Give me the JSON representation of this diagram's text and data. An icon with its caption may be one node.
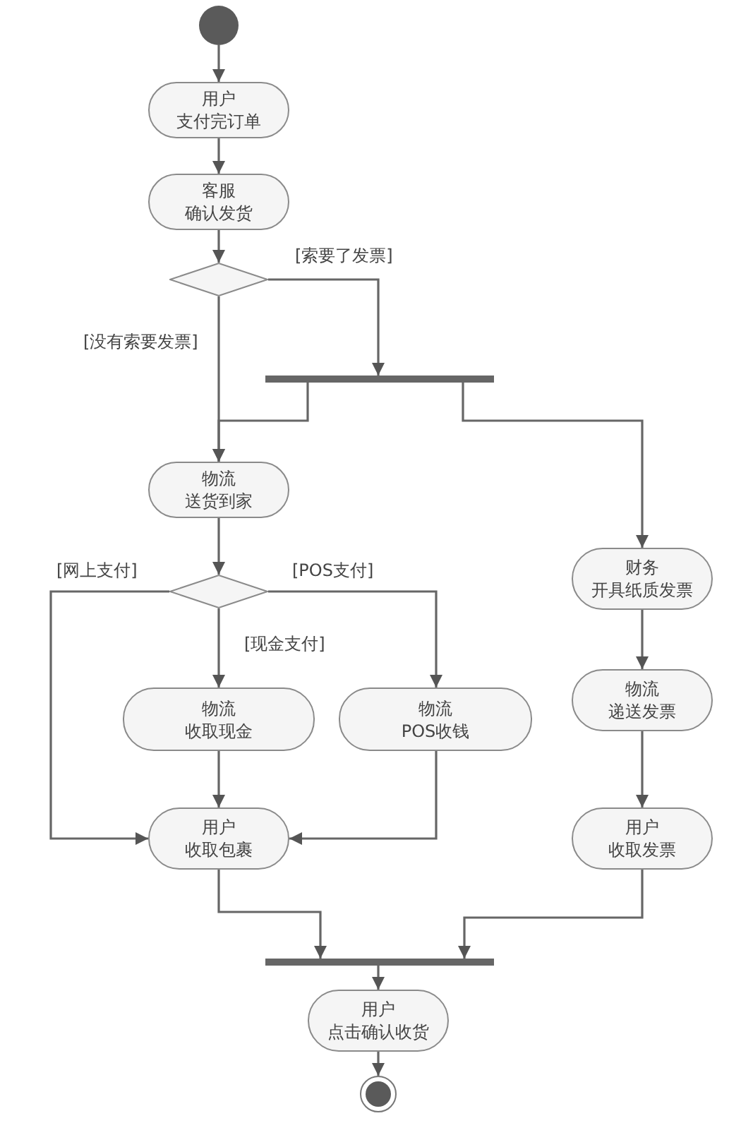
{
  "diagram": {
    "nodes": [
      {
        "text": [],
        "shape": "circle"
      },
      {
        "text": [
          "用户",
          "支付完订单"
        ]
      },
      {
        "text": [
          "客服",
          "确认发货"
        ]
      },
      {
        "text": [],
        "shape": "diamond"
      },
      {
        "text": [],
        "shape": "bar"
      },
      {
        "text": [
          "物流",
          "送货到家"
        ]
      },
      {
        "text": [],
        "shape": "diamond"
      },
      {
        "text": [
          "财务",
          "开具纸质发票"
        ]
      },
      {
        "text": [
          "物流",
          "收取现金"
        ]
      },
      {
        "text": [
          "物流",
          "POS收钱"
        ]
      },
      {
        "text": [
          "物流",
          "递送发票"
        ]
      },
      {
        "text": [
          "用户",
          "收取包裹"
        ]
      },
      {
        "text": [
          "用户",
          "收取发票"
        ]
      },
      {
        "text": [],
        "shape": "bar"
      },
      {
        "text": [
          "用户",
          "点击确认收货"
        ]
      },
      {
        "text": [],
        "shape": "circle"
      }
    ],
    "edges": [
      {
        "from": 0,
        "to": 1,
        "arrow": "to"
      },
      {
        "from": 1,
        "to": 2,
        "arrow": "to"
      },
      {
        "from": 2,
        "to": 3,
        "arrow": "to"
      },
      {
        "from": 3,
        "to": 4,
        "arrow": "to",
        "label": "[索要了发票]"
      },
      {
        "from": 3,
        "to": 5,
        "arrow": "to",
        "label": "[没有索要发票]"
      },
      {
        "from": 4,
        "to": 5,
        "arrow": "to"
      },
      {
        "from": 4,
        "to": 7,
        "arrow": "to"
      },
      {
        "from": 5,
        "to": 6,
        "arrow": "to"
      },
      {
        "from": 6,
        "to": 11,
        "arrow": "to",
        "label": "[网上支付]"
      },
      {
        "from": 6,
        "to": 8,
        "arrow": "to",
        "label": "[现金支付]"
      },
      {
        "from": 6,
        "to": 9,
        "arrow": "to",
        "label": "[POS支付]"
      },
      {
        "from": 8,
        "to": 11,
        "arrow": "to"
      },
      {
        "from": 9,
        "to": 11,
        "arrow": "to"
      },
      {
        "from": 7,
        "to": 10,
        "arrow": "to"
      },
      {
        "from": 10,
        "to": 12,
        "arrow": "to"
      },
      {
        "from": 11,
        "to": 13,
        "arrow": "to"
      },
      {
        "from": 12,
        "to": 13,
        "arrow": "to"
      },
      {
        "from": 13,
        "to": 14,
        "arrow": "to"
      },
      {
        "from": 14,
        "to": 15,
        "arrow": "to"
      }
    ]
  }
}
